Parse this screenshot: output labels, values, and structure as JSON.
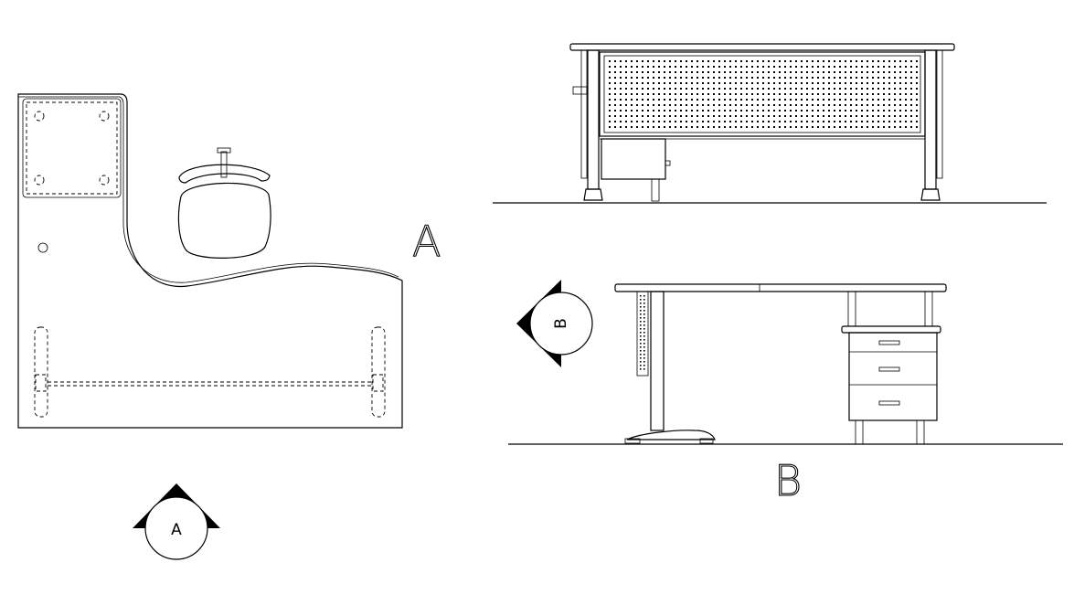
{
  "view_labels": {
    "plan_section": "A",
    "elevation_section": "B"
  },
  "markers": {
    "section_a": "A",
    "section_b": "B"
  }
}
